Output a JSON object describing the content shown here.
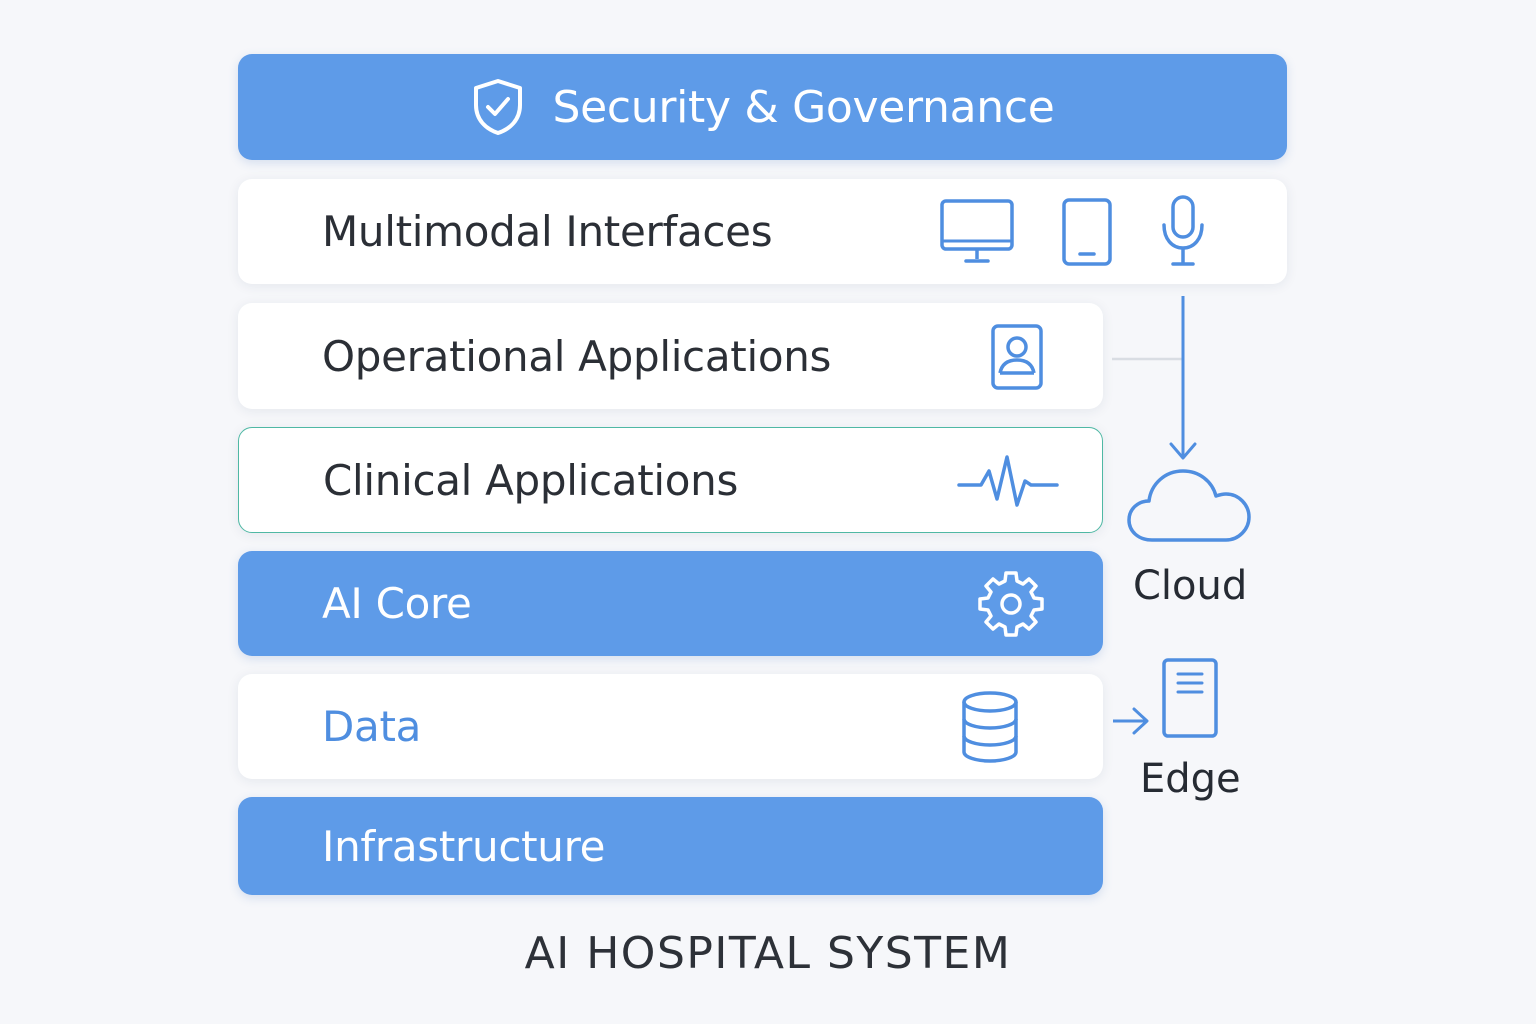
{
  "layers": {
    "security": "Security & Governance",
    "multimodal": "Multimodal Interfaces",
    "operational": "Operational Applications",
    "clinical": "Clinical Applications",
    "ai_core": "AI Core",
    "data": "Data",
    "infrastructure": "Infrastructure"
  },
  "side": {
    "cloud": "Cloud",
    "edge": "Edge"
  },
  "title": "AI HOSPITAL SYSTEM",
  "colors": {
    "primary_blue": "#5e9be8",
    "icon_blue": "#4f8ee0",
    "clinical_border": "#4fb8a4",
    "text_dark": "#2b2f36",
    "background": "#f6f7fa"
  },
  "icons": [
    "shield-check-icon",
    "monitor-icon",
    "tablet-icon",
    "microphone-icon",
    "id-badge-icon",
    "heartbeat-icon",
    "gear-icon",
    "database-icon",
    "cloud-icon",
    "server-icon"
  ]
}
